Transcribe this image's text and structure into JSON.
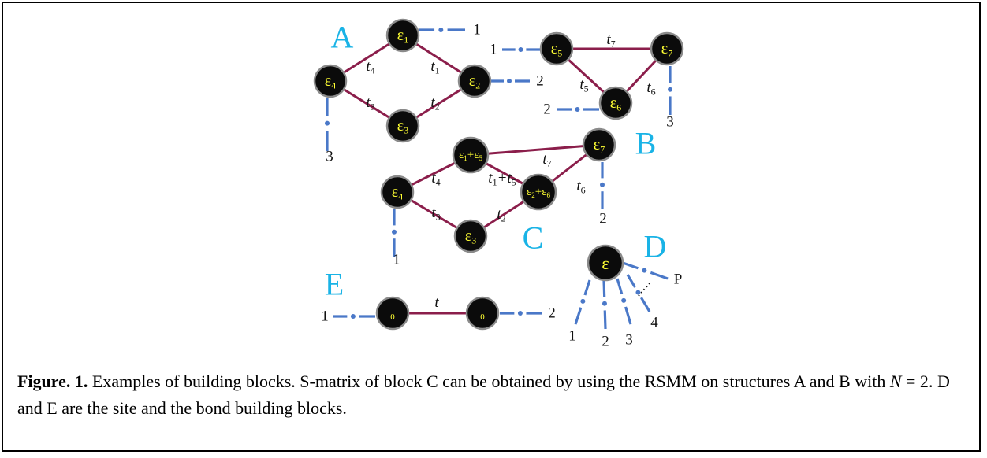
{
  "colors": {
    "bond": "#8b1e4b",
    "lead": "#4a78c8",
    "node_fill": "#0b0b0b",
    "node_stroke": "#8a8a8a",
    "node_text": "#ffff33",
    "block_label": "#19b3e6",
    "text": "#111111"
  },
  "blocks": {
    "A": {
      "label": "A"
    },
    "B": {
      "label": "B"
    },
    "C": {
      "label": "C"
    },
    "D": {
      "label": "D"
    },
    "E": {
      "label": "E"
    }
  },
  "nodes": {
    "A_e1": "ε1",
    "A_e2": "ε2",
    "A_e3": "ε3",
    "A_e4": "ε4",
    "B_e5": "ε5",
    "B_e6": "ε6",
    "B_e7": "ε7",
    "C_e15": "ε1+ε5",
    "C_e26": "ε2+ε6",
    "C_e3": "ε3",
    "C_e4": "ε4",
    "C_e7": "ε7",
    "D_e": "ε",
    "E_0a": "0",
    "E_0b": "0"
  },
  "bonds": {
    "A_t4": "t4",
    "A_t1": "t1",
    "A_t3": "t3",
    "A_t2": "t2",
    "B_t7": "t7",
    "B_t5": "t5",
    "B_t6": "t6",
    "C_t7": "t7",
    "C_t4": "t4",
    "C_t15": "t1+t5",
    "C_t6": "t6",
    "C_t3": "t3",
    "C_t2": "t2",
    "E_t": "t"
  },
  "leads": {
    "A_1": "1",
    "A_2": "2",
    "A_3": "3",
    "B_1": "1",
    "B_2": "2",
    "B_3": "3",
    "C_1": "1",
    "C_2": "2",
    "D_1": "1",
    "D_2": "2",
    "D_3": "3",
    "D_4": "4",
    "D_P": "P",
    "E_1": "1",
    "E_2": "2"
  },
  "caption": {
    "label": "Figure. 1.",
    "text_1": " Examples of building blocks. S-matrix of block C can be obtained by using the RSMM on structures A and B with ",
    "math": "N",
    "equals": " = 2",
    "text_2": ". D and E are the site and the bond building blocks."
  }
}
